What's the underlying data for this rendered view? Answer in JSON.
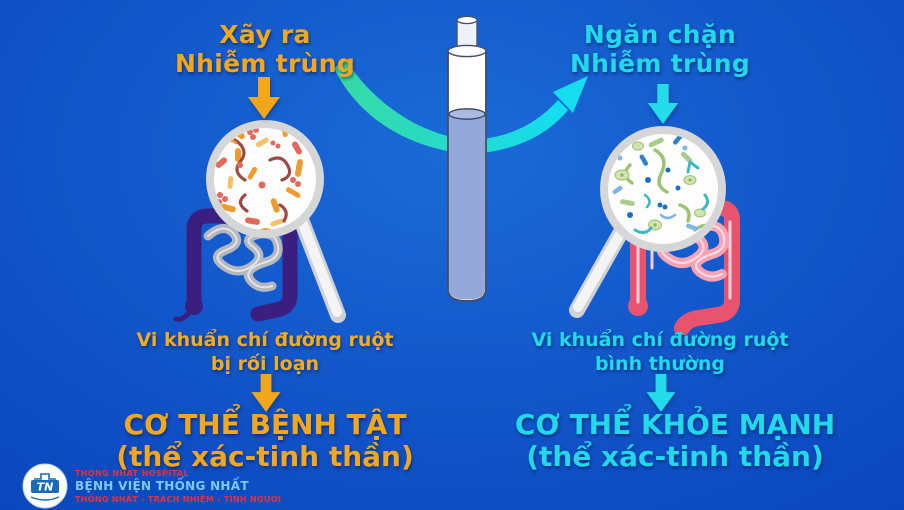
{
  "left": {
    "title_line1": "Xãy ra",
    "title_line2": "Nhiễm trùng",
    "caption_line1": "Vi khuẩn chí đường ruột",
    "caption_line2": "bị rối loạn",
    "result_line1": "CƠ THỂ BỆNH TẬT",
    "result_line2": "(thể xác-tinh thần)",
    "accent_color": "#f3a71d",
    "intestine_color": "#3b1f80",
    "small_intestine_color": "#b4b7bd",
    "bacteria_palette": [
      "#f09b30",
      "#e2695c",
      "#9c4a42",
      "#f5c06a"
    ]
  },
  "right": {
    "title_line1": "Ngăn chặn",
    "title_line2": "Nhiễm trùng",
    "caption_line1": "Vi khuẩn chí đường ruột",
    "caption_line2": "bình thường",
    "result_line1": "CƠ THỂ KHỎE MẠNH",
    "result_line2": "(thể xác-tinh thần)",
    "accent_color": "#22d9e9",
    "intestine_color": "#e8546e",
    "small_intestine_color": "#f7a3b4",
    "bacteria_palette": [
      "#a8cc8a",
      "#cfe3b4",
      "#1c6fc0",
      "#7fb4e8",
      "#3fb8c4"
    ]
  },
  "center": {
    "illustration": "probiotic test tube with blue liquid",
    "tube_liquid_color": "#94a8da",
    "swoosh_color_start": "#38d9a2",
    "swoosh_color_end": "#12ddf2"
  },
  "background_color": "#0c4ac0",
  "logo": {
    "monogram": "TN",
    "line1": "THONG NHAT HOSPITAL",
    "line2": "BỆNH VIỆN THỐNG NHẤT",
    "line3": "THỐNG NHẤT - TRÁCH NHIỆM - TÌNH NGƯỜI",
    "line1_color": "#e63238",
    "line2_color": "#7ec9f3",
    "line3_color": "#e63238"
  }
}
